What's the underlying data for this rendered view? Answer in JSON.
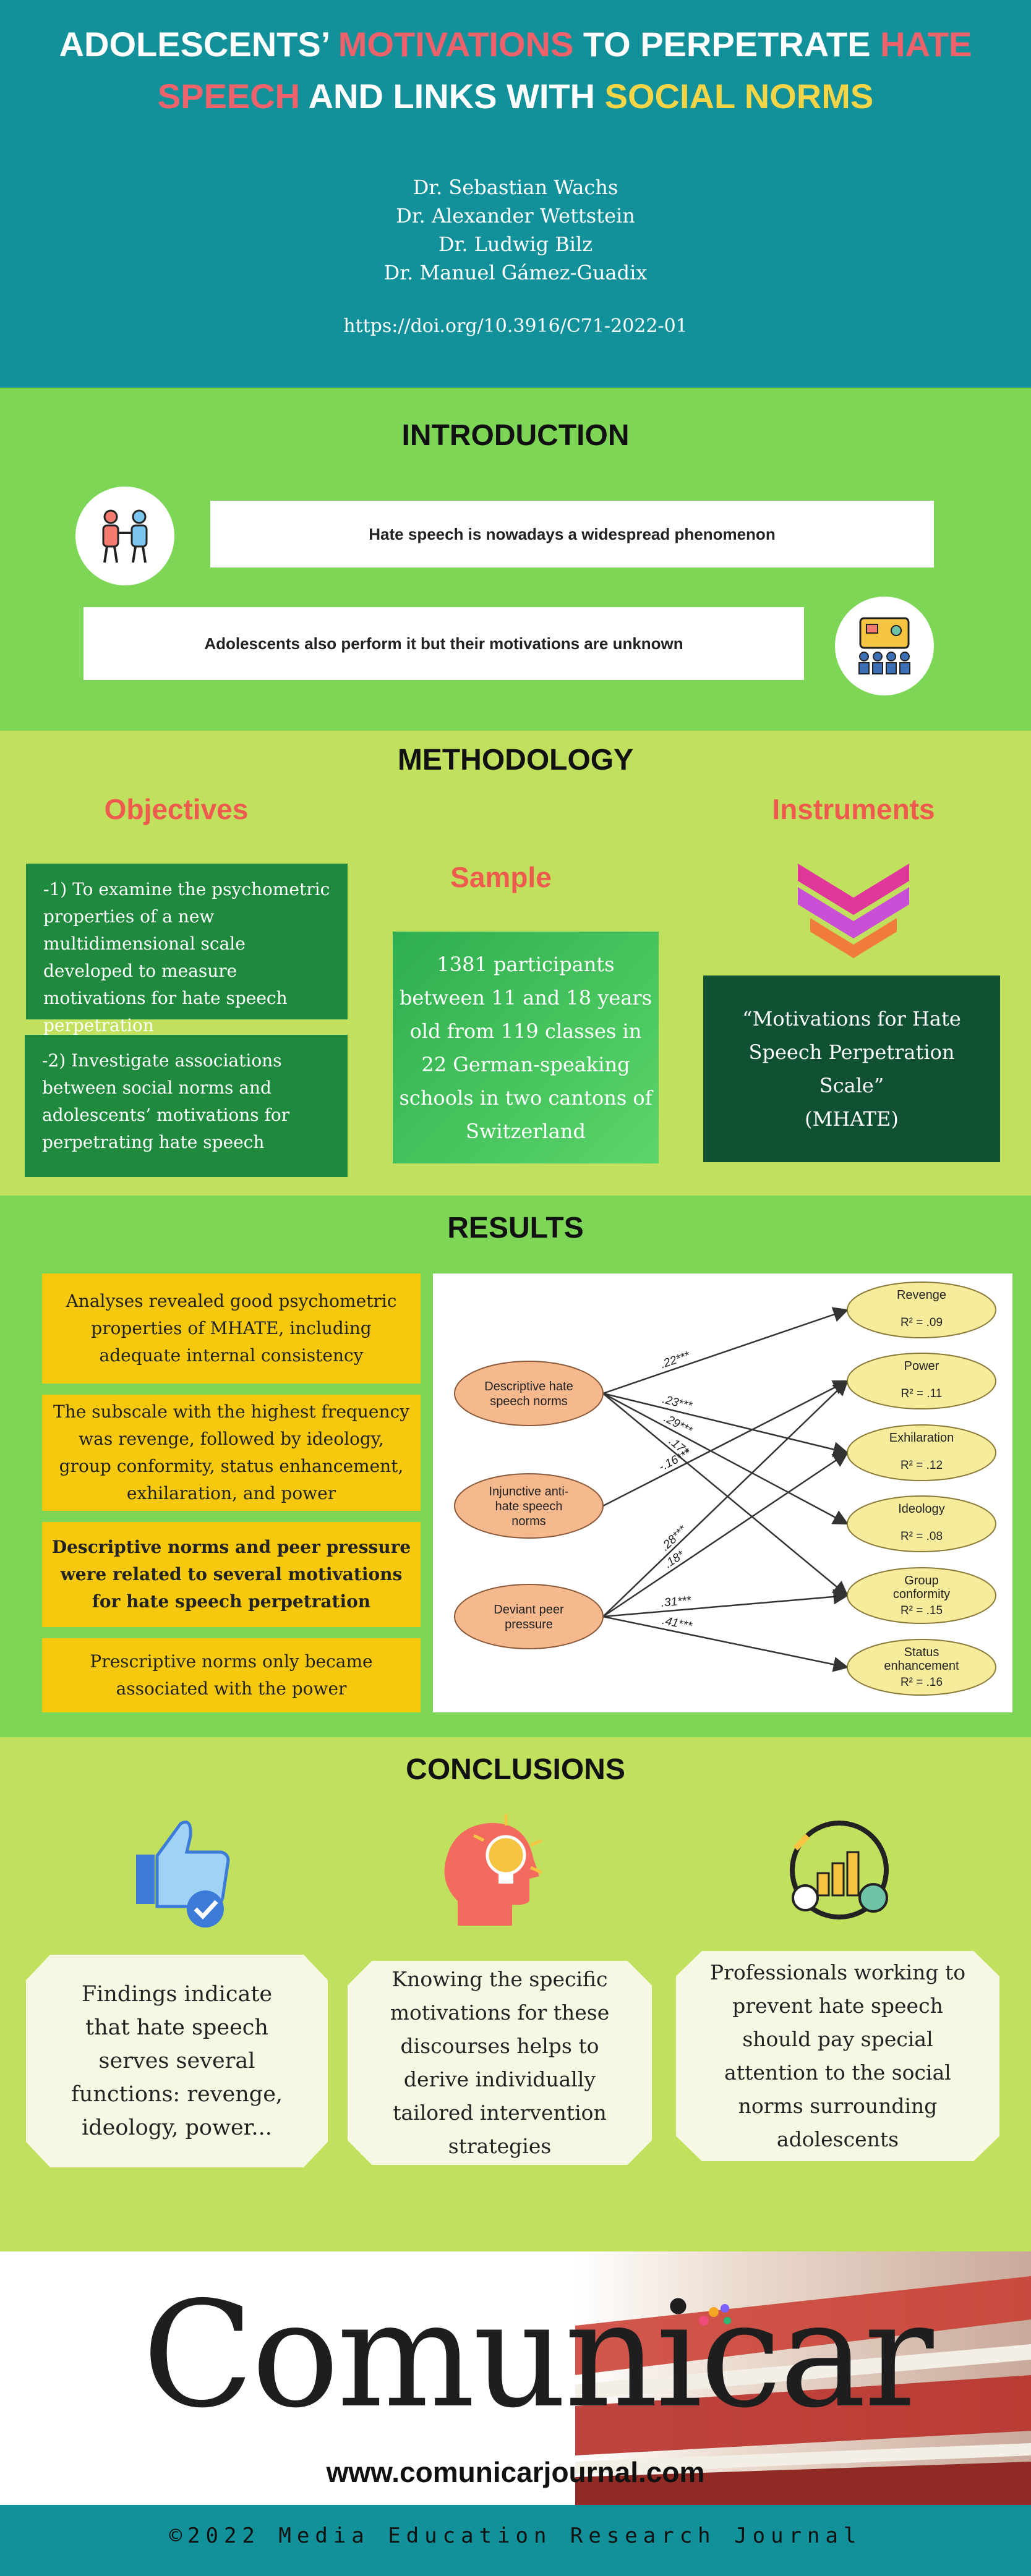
{
  "header": {
    "title_p1": "ADOLESCENTS’ ",
    "title_p2": "MOTIVATIONS",
    "title_p3": " TO PERPETRATE ",
    "title_p4": "HATE SPEECH",
    "title_p5": "  AND LINKS WITH ",
    "title_p6": "SOCIAL NORMS",
    "authors": [
      "Dr. Sebastian Wachs",
      "Dr. Alexander Wettstein",
      "Dr. Ludwig Bilz",
      "Dr. Manuel Gámez-Guadix"
    ],
    "doi": "https://doi.org/10.3916/C71-2022-01"
  },
  "introduction": {
    "heading": "INTRODUCTION",
    "point1": "Hate speech is nowadays a widespread phenomenon",
    "point2": "Adolescents also perform it but their motivations are unknown"
  },
  "methodology": {
    "heading": "METHODOLOGY",
    "objectives_heading": "Objectives",
    "objective1": "-1) To examine the psychometric properties of a new multidimensional scale developed to measure motivations for hate speech perpetration",
    "objective2": "-2) Investigate associations between social norms and adolescents’ motivations for perpetrating hate speech",
    "sample_heading": "Sample",
    "sample_text": "1381 participants between 11 and 18 years old from 119 classes in 22 German-speaking schools in two cantons of Switzerland",
    "instruments_heading": "Instruments",
    "instrument_name": "“Motivations for Hate Speech Perpetration Scale”",
    "instrument_abbr": "(MHATE)"
  },
  "results": {
    "heading": "RESULTS",
    "finding1": "Analyses revealed good psychometric properties of MHATE, including adequate internal consistency",
    "finding2": "The subscale with the highest frequency was revenge, followed by ideology, group conformity, status enhancement, exhilaration, and power",
    "finding3": "Descriptive norms and peer pressure were related to several motivations for hate speech perpetration",
    "finding4": "Prescriptive norms only became associated with the power",
    "diagram": {
      "predictors": [
        {
          "l1": "Descriptive hate",
          "l2": "speech norms",
          "l3": ""
        },
        {
          "l1": "Injunctive anti-",
          "l2": "hate speech",
          "l3": "norms"
        },
        {
          "l1": "Deviant peer",
          "l2": "pressure",
          "l3": ""
        }
      ],
      "outcomes": [
        {
          "name": "Revenge",
          "name2": "",
          "r2": "R² = .09"
        },
        {
          "name": "Power",
          "name2": "",
          "r2": "R² = .11"
        },
        {
          "name": "Exhilaration",
          "name2": "",
          "r2": "R² = .12"
        },
        {
          "name": "Ideology",
          "name2": "",
          "r2": "R² = .08"
        },
        {
          "name": "Group",
          "name2": "conformity",
          "r2": "R² = .15"
        },
        {
          "name": "Status",
          "name2": "enhancement",
          "r2": "R² = .16"
        }
      ],
      "paths": [
        {
          "from": 0,
          "to": 0,
          "label": ".22***"
        },
        {
          "from": 0,
          "to": 2,
          "label": ".23***"
        },
        {
          "from": 0,
          "to": 3,
          "label": ".29***"
        },
        {
          "from": 0,
          "to": 4,
          "label": ".17*"
        },
        {
          "from": 1,
          "to": 1,
          "label": "-.16***"
        },
        {
          "from": 2,
          "to": 1,
          "label": ".28***"
        },
        {
          "from": 2,
          "to": 2,
          "label": ".18*"
        },
        {
          "from": 2,
          "to": 4,
          "label": ".31***"
        },
        {
          "from": 2,
          "to": 5,
          "label": ".41***"
        }
      ]
    }
  },
  "conclusions": {
    "heading": "CONCLUSIONS",
    "c1": "Findings indicate that hate speech serves several functions: revenge, ideology, power...",
    "c2": "Knowing the specific motivations for these discourses helps to derive individually tailored intervention strategies",
    "c3": "Professionals working to prevent hate speech should pay special attention to the social norms surrounding adolescents"
  },
  "brand": {
    "logo": "Comunicar",
    "url": "www.comunicarjournal.com"
  },
  "footer": {
    "text": "©2022 Media Education Research Journal"
  },
  "colors": {
    "teal": "#13919a",
    "green": "#7dd656",
    "lime": "#c0e05e",
    "red": "#f0626b",
    "yellow": "#f4d547",
    "dark_green": "#0f5132"
  }
}
